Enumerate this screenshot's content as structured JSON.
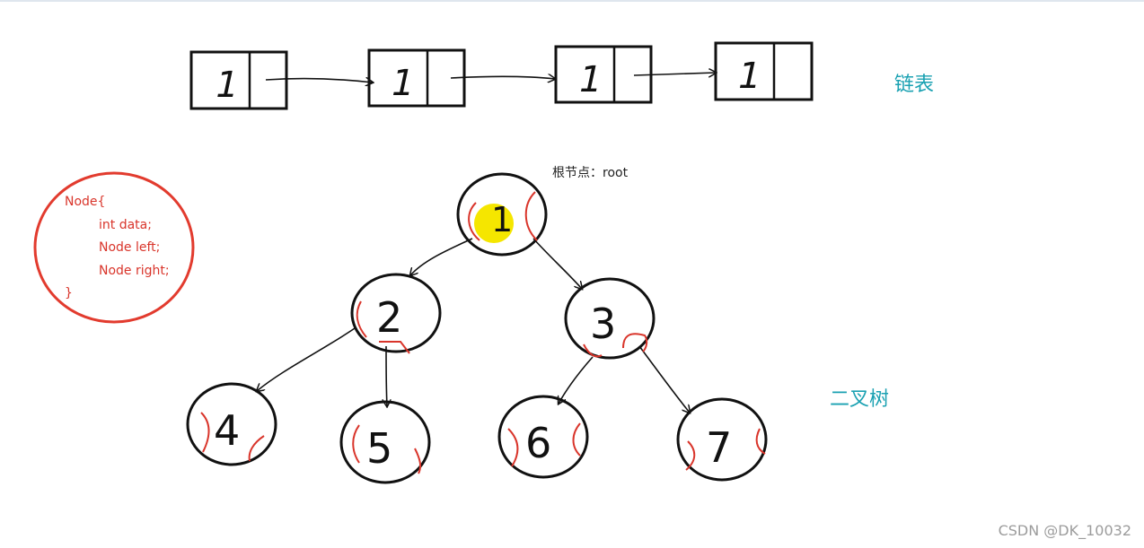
{
  "labels": {
    "linked_list": "链表",
    "binary_tree": "二叉树",
    "root": "根节点：root"
  },
  "linked_list": {
    "nodes": [
      {
        "value": "1"
      },
      {
        "value": "1"
      },
      {
        "value": "1"
      },
      {
        "value": "1"
      }
    ]
  },
  "node_struct": {
    "line1": "Node{",
    "line2": "int data;",
    "line3": "Node left;",
    "line4": "Node right;",
    "line5": "}"
  },
  "tree": {
    "nodes": [
      {
        "id": "n1",
        "value": "1"
      },
      {
        "id": "n2",
        "value": "2"
      },
      {
        "id": "n3",
        "value": "3"
      },
      {
        "id": "n4",
        "value": "4"
      },
      {
        "id": "n5",
        "value": "5"
      },
      {
        "id": "n6",
        "value": "6"
      },
      {
        "id": "n7",
        "value": "7"
      }
    ]
  },
  "watermark": "CSDN @DK_10032",
  "colors": {
    "ink": "#111111",
    "red": "#d9352b",
    "highlight": "#f5e600",
    "label": "#1aa1b2"
  }
}
